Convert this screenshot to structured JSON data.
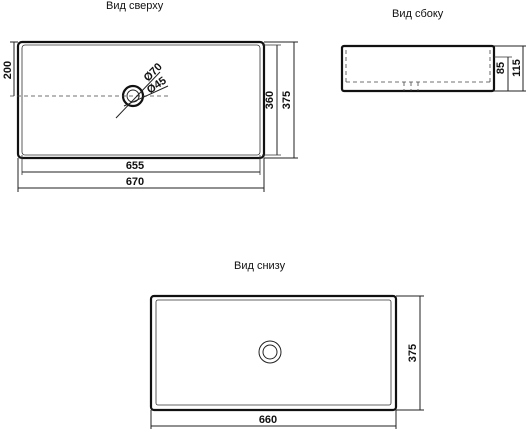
{
  "views": {
    "top": {
      "title": "Вид сверху"
    },
    "side": {
      "title": "Вид сбоку"
    },
    "bottom": {
      "title": "Вид снизу"
    }
  },
  "dimensions": {
    "top_inner_width": "655",
    "top_outer_width": "670",
    "top_drain_offset": "200",
    "top_inner_depth": "360",
    "top_outer_depth": "375",
    "drain_outer_dia": "Ø70",
    "drain_inner_dia": "Ø45",
    "side_inner_height": "85",
    "side_outer_height": "115",
    "bottom_width": "660",
    "bottom_depth": "375"
  }
}
